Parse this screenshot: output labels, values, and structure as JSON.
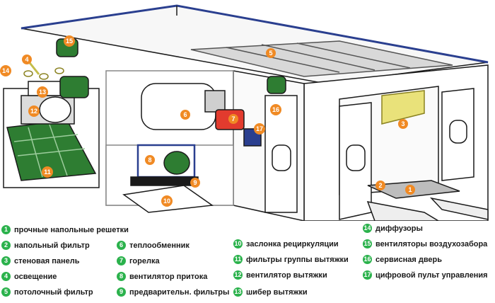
{
  "legend": [
    {
      "n": "1",
      "text": "прочные напольные решетки"
    },
    {
      "n": "2",
      "text": "напольный фильтр"
    },
    {
      "n": "3",
      "text": "стеновая панель"
    },
    {
      "n": "4",
      "text": "освещение"
    },
    {
      "n": "5",
      "text": "потолочный фильтр"
    },
    {
      "n": "6",
      "text": "теплообменник"
    },
    {
      "n": "7",
      "text": "горелка"
    },
    {
      "n": "8",
      "text": "вентилятор притока"
    },
    {
      "n": "9",
      "text": "предварительн. фильтры"
    },
    {
      "n": "10",
      "text": "заслонка рециркуляции"
    },
    {
      "n": "11",
      "text": "фильтры группы вытяжки"
    },
    {
      "n": "12",
      "text": "вентилятор вытяжки"
    },
    {
      "n": "13",
      "text": "шибер вытяжки"
    },
    {
      "n": "14",
      "text": "диффузоры"
    },
    {
      "n": "15",
      "text": "вентиляторы воздухозабора"
    },
    {
      "n": "16",
      "text": "сервисная дверь"
    },
    {
      "n": "17",
      "text": "цифровой пульт управления"
    }
  ],
  "markers": [
    "1",
    "2",
    "3",
    "4",
    "5",
    "6",
    "7",
    "8",
    "9",
    "10",
    "11",
    "12",
    "13",
    "14",
    "15",
    "16",
    "17"
  ],
  "colors": {
    "marker": "#f08a24",
    "legend_dot": "#2bb24c",
    "outline": "#1a1a1a",
    "roof_stripe": "#2a3f8f",
    "filter_green": "#2e7d32",
    "ceiling_filter": "#d8d8d8",
    "wall_panel": "#e9e27a"
  }
}
